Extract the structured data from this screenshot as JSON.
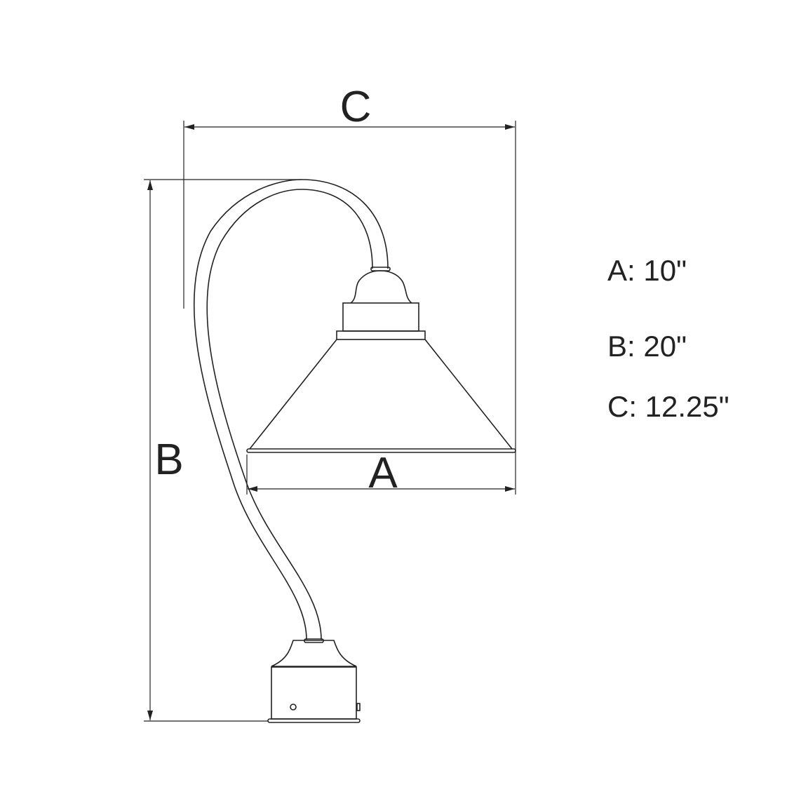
{
  "dimension_labels": {
    "a": "A",
    "b": "B",
    "c": "C"
  },
  "specs": [
    {
      "text": "A: 10\""
    },
    {
      "text": "B: 20\""
    },
    {
      "text": "C: 12.25\""
    }
  ]
}
